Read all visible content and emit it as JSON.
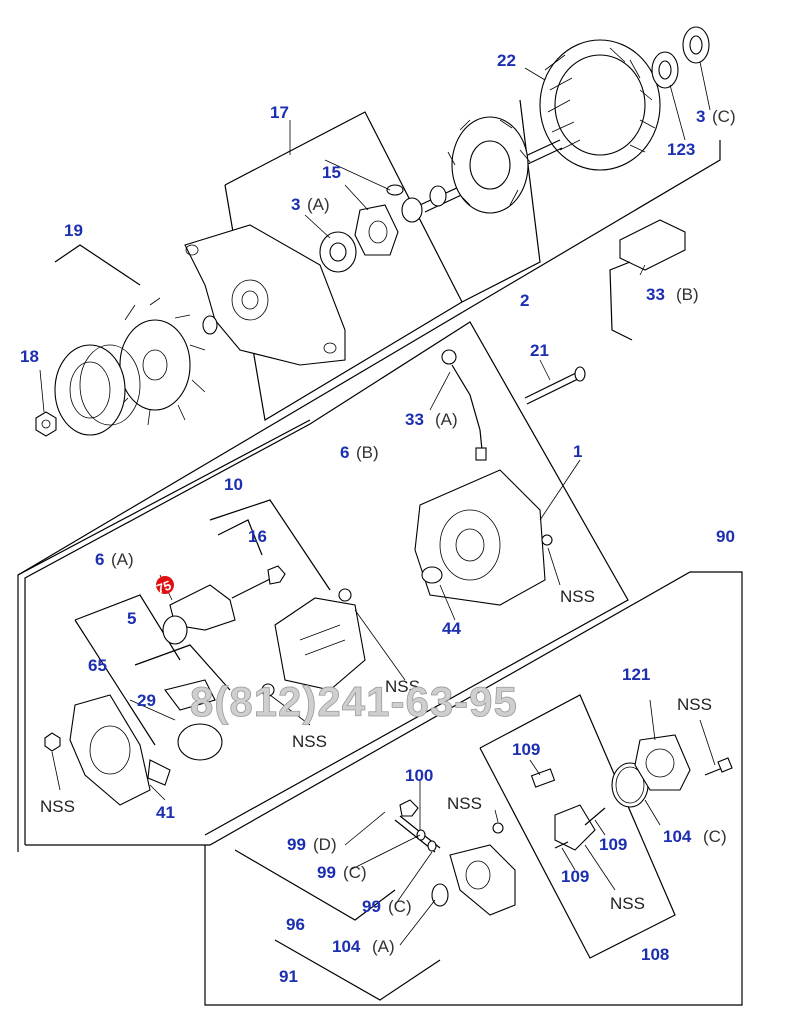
{
  "watermark": "8(812)241-63-95",
  "labels": {
    "l22": "22",
    "l3c_top": "3",
    "l3c_top_sfx": "(C)",
    "l123": "123",
    "l17": "17",
    "l15": "15",
    "l3a": "3",
    "l3a_sfx": "(A)",
    "l19": "19",
    "l18": "18",
    "l33b": "33",
    "l33b_sfx": "(B)",
    "l2": "2",
    "l21": "21",
    "l33a": "33",
    "l33a_sfx": "(A)",
    "l6b": "6",
    "l6b_sfx": "(B)",
    "l1": "1",
    "l10": "10",
    "l16": "16",
    "l6a": "6",
    "l6a_sfx": "(A)",
    "l75": "75",
    "l5": "5",
    "l65": "65",
    "l29": "29",
    "l41": "41",
    "l44": "44",
    "l90": "90",
    "l121": "121",
    "l104c": "104",
    "l104c_sfx": "(C)",
    "l109_top": "109",
    "l109_mid": "109",
    "l109_bot": "109",
    "l108": "108",
    "l100": "100",
    "l99d": "99",
    "l99d_sfx": "(D)",
    "l99c_a": "99",
    "l99c_a_sfx": "(C)",
    "l99c_b": "99",
    "l99c_b_sfx": "(C)",
    "l96": "96",
    "l104a": "104",
    "l104a_sfx": "(A)",
    "l91": "91"
  },
  "nss": {
    "nss_1": "NSS",
    "nss_2": "NSS",
    "nss_3": "NSS",
    "nss_4": "NSS",
    "nss_5": "NSS",
    "nss_6": "NSS",
    "nss_7": "NSS"
  },
  "colors": {
    "callout_number": "#1c2fb0",
    "highlight_badge": "#e01010"
  }
}
